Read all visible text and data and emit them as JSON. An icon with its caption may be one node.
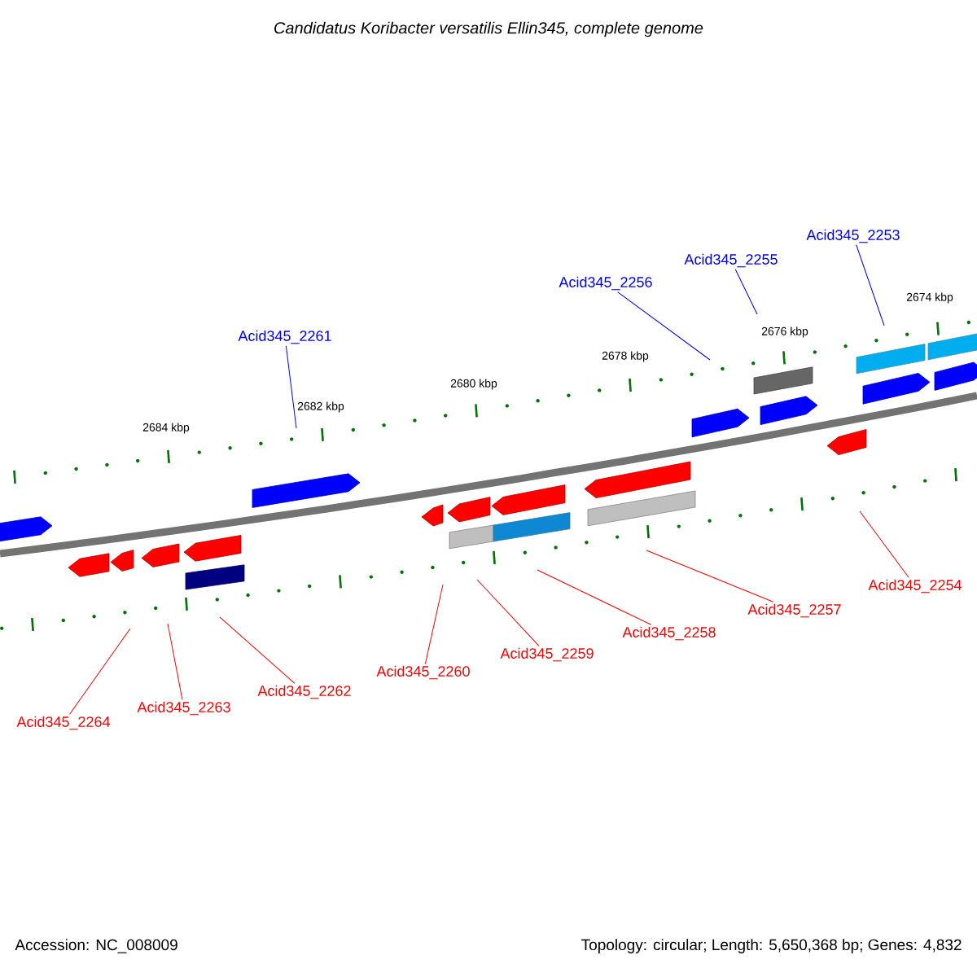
{
  "diagram": {
    "title": "Candidatus Koribacter versatilis Ellin345, complete genome",
    "nodes": [
      {
        "text": [
          "Acid345_2253"
        ]
      },
      {
        "text": [
          "Acid345_2255"
        ]
      },
      {
        "text": [
          "Acid345_2256"
        ]
      },
      {
        "text": [
          "Acid345_2261"
        ]
      },
      {
        "text": [
          "Acid345_2254"
        ]
      },
      {
        "text": [
          "Acid345_2257"
        ]
      },
      {
        "text": [
          "Acid345_2258"
        ]
      },
      {
        "text": [
          "Acid345_2259"
        ]
      },
      {
        "text": [
          "Acid345_2260"
        ]
      },
      {
        "text": [
          "Acid345_2262"
        ]
      },
      {
        "text": [
          "Acid345_2263"
        ]
      },
      {
        "text": [
          "Acid345_2264"
        ]
      }
    ],
    "edges": [
      {
        "from": 0,
        "to": null,
        "arrow": "none",
        "color": "#0000ff"
      },
      {
        "from": 1,
        "to": null,
        "arrow": "none",
        "color": "#0000ff"
      },
      {
        "from": 2,
        "to": null,
        "arrow": "none",
        "color": "#0000ff"
      },
      {
        "from": 3,
        "to": null,
        "arrow": "none",
        "color": "#0000ff"
      },
      {
        "from": 4,
        "to": null,
        "arrow": "none"
      },
      {
        "from": 5,
        "to": null,
        "arrow": "none"
      },
      {
        "from": 6,
        "to": null,
        "arrow": "none"
      },
      {
        "from": 7,
        "to": null,
        "arrow": "none"
      },
      {
        "from": 8,
        "to": null,
        "arrow": "none"
      },
      {
        "from": 9,
        "to": null,
        "arrow": "none"
      },
      {
        "from": 10,
        "to": null,
        "arrow": "none"
      },
      {
        "from": 11,
        "to": null,
        "arrow": "none"
      }
    ],
    "labels": [
      "2674 kbp",
      "2676 kbp",
      "2678 kbp",
      "2680 kbp",
      "2682 kbp",
      "2684 kbp",
      "Accession: NC_008009",
      "Topology: circular; Length: 5,650,368 bp; Genes: 4,832"
    ]
  }
}
